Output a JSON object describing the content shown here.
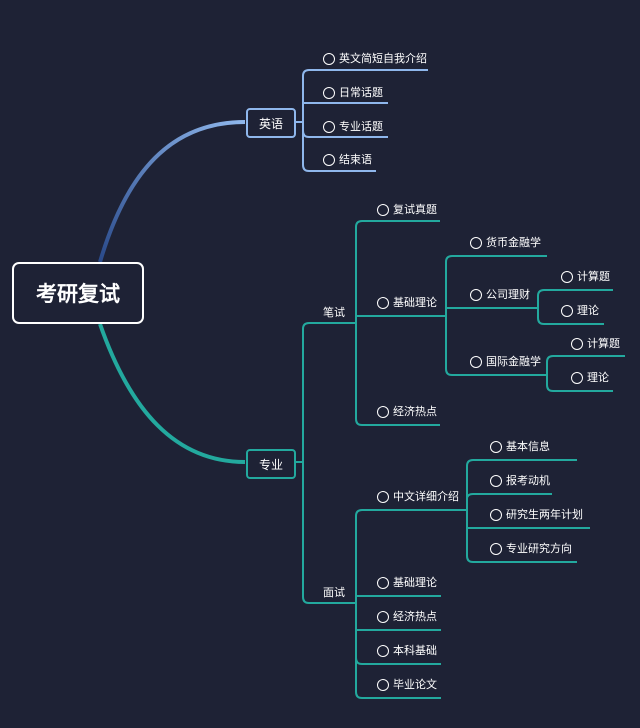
{
  "colors": {
    "background": "#1e2235",
    "english_branch": "#8fb7ec",
    "major_branch": "#23a99e",
    "text": "#ffffff"
  },
  "root": "考研复试",
  "english": {
    "label": "英语",
    "items": [
      "英文简短自我介绍",
      "日常话题",
      "专业话题",
      "结束语"
    ]
  },
  "major": {
    "label": "专业",
    "written": {
      "label": "笔试",
      "real_questions": "复试真题",
      "basic_theory": {
        "label": "基础理论",
        "monetary_finance": "货币金融学",
        "corporate_finance": {
          "label": "公司理财",
          "items": [
            "计算题",
            "理论"
          ]
        },
        "international_finance": {
          "label": "国际金融学",
          "items": [
            "计算题",
            "理论"
          ]
        }
      },
      "hot_topics": "经济热点"
    },
    "interview": {
      "label": "面试",
      "chinese_intro": {
        "label": "中文详细介绍",
        "items": [
          "基本信息",
          "报考动机",
          "研究生两年计划",
          "专业研究方向"
        ]
      },
      "items": [
        "基础理论",
        "经济热点",
        "本科基础",
        "毕业论文"
      ]
    }
  }
}
